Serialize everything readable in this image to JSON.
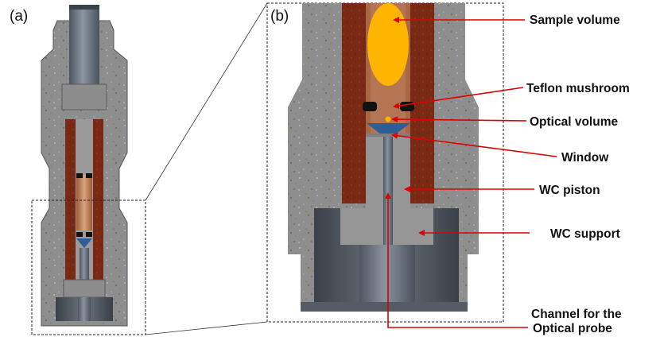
{
  "panels": {
    "a": {
      "label": "(a)"
    },
    "b": {
      "label": "(b)"
    }
  },
  "callouts": [
    {
      "id": "sample-volume",
      "text": "Sample volume"
    },
    {
      "id": "teflon-mushroom",
      "text": "Teflon mushroom"
    },
    {
      "id": "optical-volume",
      "text": "Optical volume"
    },
    {
      "id": "window",
      "text": "Window"
    },
    {
      "id": "wc-piston",
      "text": "WC piston"
    },
    {
      "id": "wc-support",
      "text": "WC support"
    },
    {
      "id": "channel",
      "text": "Channel for  the",
      "text2": "Optical probe"
    }
  ],
  "colors": {
    "concrete": "#8d8d8d",
    "copper": "#7a2a14",
    "steel": "#6e7883",
    "sample": "#ffb400",
    "window": "#2e5e96",
    "arrow": "#e00000"
  }
}
